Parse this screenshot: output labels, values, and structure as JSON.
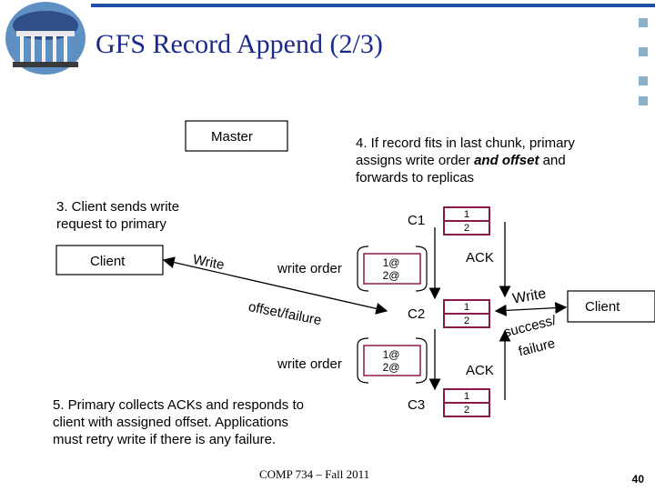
{
  "slide": {
    "title": "GFS Record Append (2/3)",
    "footer": "COMP 734 – Fall 2011",
    "page_number": "40"
  },
  "colors": {
    "title": "#1a2a8a",
    "top_bar": "#1f4fa8",
    "slot_border": "#8b1a4a",
    "chunk_box_border": "#8b1a4a",
    "side_squares": "#8ab0cc"
  },
  "diagram": {
    "master_label": "Master",
    "step4_lines": [
      "4. If record fits in last chunk, primary",
      "assigns write order",
      "and offset",
      "and",
      "forwards to replicas"
    ],
    "step3_lines": [
      "3. Client sends write",
      "request to primary"
    ],
    "step5_lines": [
      "5. Primary collects ACKs and responds to",
      "client with assigned offset. Applications",
      "must retry write if there is any failure."
    ],
    "left_client_label": "Client",
    "right_client_label": "Client",
    "write_left_label": "Write",
    "write_right_label": "Write",
    "offset_failure_label": "offset/failure",
    "success_label": "success/",
    "failure_label": "failure",
    "write_order_label_1": "write order",
    "write_order_label_2": "write order",
    "ack_label_1": "ACK",
    "ack_label_2": "ACK",
    "replicas": [
      {
        "name": "C1",
        "slot_top": "1",
        "slot_bottom": "2"
      },
      {
        "name": "C2",
        "slot_top": "1",
        "slot_bottom": "2"
      },
      {
        "name": "C3",
        "slot_top": "1",
        "slot_bottom": "2"
      }
    ],
    "order_box_1": [
      "1@",
      "2@"
    ],
    "order_box_2": [
      "1@",
      "2@"
    ]
  }
}
